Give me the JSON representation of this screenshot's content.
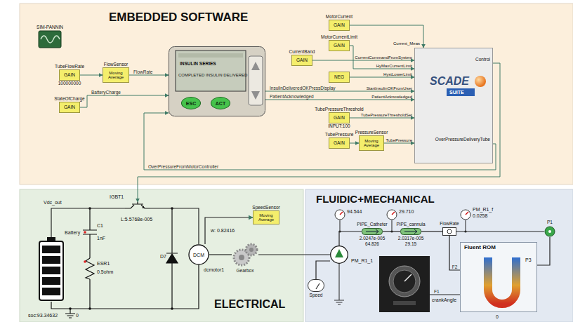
{
  "diagram": {
    "nodes": [
      {
        "text": [
          "EMBEDDED SOFTWARE"
        ]
      },
      {
        "text": [
          "ELECTRICAL"
        ]
      },
      {
        "text": [
          "FLUIDIC+MECHANICAL"
        ]
      },
      {
        "text": [
          "SIM-PANNIN"
        ],
        "in": 0
      },
      {
        "text": [
          "TubeFlowRate",
          "GAIN",
          "100000000"
        ],
        "in": 0
      },
      {
        "text": [
          "FlowSensor",
          "Moving Average"
        ],
        "in": 0
      },
      {
        "text": [
          "StateOfCharge",
          "GAIN"
        ],
        "in": 0
      },
      {
        "text": [
          "INSULIN SERIES",
          "COMPLETED INSULIN DELIVERED"
        ],
        "in": 0
      },
      {
        "text": [
          "ESC"
        ],
        "in": 7
      },
      {
        "text": [
          "ACT"
        ],
        "in": 7
      },
      {
        "text": [
          "CurrentBand",
          "GAIN"
        ],
        "in": 0
      },
      {
        "text": [
          "MotorCurrentLimit",
          "GAIN"
        ],
        "in": 0
      },
      {
        "text": [
          "MotorCurrent",
          "GAIN"
        ],
        "in": 0
      },
      {
        "text": [
          "NEG"
        ],
        "in": 0
      },
      {
        "text": [
          "TubePressureThreshold",
          "GAIN",
          "INPUT:100"
        ],
        "in": 0
      },
      {
        "text": [
          "TubePressure",
          "GAIN"
        ],
        "in": 0
      },
      {
        "text": [
          "PressureSensor",
          "Moving Average"
        ],
        "in": 0
      },
      {
        "text": [
          "SCADE",
          "SUITE",
          "Control",
          "OverPressureDeliveryTube"
        ],
        "in": 0
      },
      {
        "text": [
          "Battery"
        ],
        "in": 1
      },
      {
        "text": [
          "IGBT1",
          "L:5.5768e-005"
        ],
        "in": 1
      },
      {
        "text": [
          "dcmotor1",
          "DCM"
        ],
        "in": 1
      },
      {
        "text": [
          "SpeedSensor",
          "Moving Average"
        ],
        "in": 1
      },
      {
        "text": [
          "Gearbox"
        ],
        "in": 1
      },
      {
        "text": [
          "94.544"
        ],
        "in": 2
      },
      {
        "text": [
          "29.710"
        ],
        "in": 2
      },
      {
        "text": [
          "PM_R1_f",
          "0.0258"
        ],
        "in": 2
      },
      {
        "text": [
          "PM_R1_1"
        ],
        "in": 2
      },
      {
        "text": [
          "Speed"
        ],
        "in": 2
      },
      {
        "text": [
          "PIPE_Catheter",
          "2.0247e-005",
          "64.826"
        ],
        "in": 2
      },
      {
        "text": [
          "PIPE_cannula",
          "2.0317e-005",
          "29.15"
        ],
        "in": 2
      },
      {
        "text": [
          "FlowRate"
        ],
        "in": 2
      },
      {
        "text": [
          "crankAngle"
        ],
        "in": 2
      },
      {
        "text": [
          "Fluent ROM"
        ],
        "in": 2
      },
      {
        "text": [
          "P1"
        ],
        "in": 2
      }
    ],
    "edges": [
      {
        "from": 4,
        "to": 5,
        "arrow": "to"
      },
      {
        "from": 5,
        "to": 7,
        "label": "FlowRate",
        "arrow": "to"
      },
      {
        "from": 6,
        "to": 7,
        "label": "BatteryCharge",
        "arrow": "to"
      },
      {
        "from": 7,
        "to": 17,
        "label": "InsulinDeliveredOKPressDisplay",
        "arrow": "to"
      },
      {
        "from": 7,
        "to": 17,
        "label": "PatientAcknowledged",
        "arrow": "to"
      },
      {
        "from": 12,
        "to": 17,
        "arrow": "to"
      },
      {
        "from": 10,
        "to": 17,
        "arrow": "to"
      },
      {
        "from": 11,
        "to": 17,
        "arrow": "to"
      },
      {
        "from": 13,
        "to": 17,
        "arrow": "to"
      },
      {
        "from": 14,
        "to": 17,
        "arrow": "to"
      },
      {
        "from": 15,
        "to": 16,
        "arrow": "to"
      },
      {
        "from": 16,
        "to": 17,
        "arrow": "to"
      },
      {
        "from": 17,
        "to": 19,
        "arrow": "to"
      },
      {
        "from": 17,
        "to": 7,
        "label": "OverPressureFromMotorController",
        "arrow": "to"
      },
      {
        "from": 18,
        "to": 19,
        "arrow": "none"
      },
      {
        "from": 19,
        "to": 20,
        "arrow": "none"
      },
      {
        "from": 20,
        "to": 22,
        "arrow": "none"
      },
      {
        "from": 20,
        "to": 21,
        "arrow": "to"
      },
      {
        "from": 22,
        "to": 26,
        "arrow": "none"
      },
      {
        "from": 27,
        "to": 26,
        "arrow": "none"
      },
      {
        "from": 26,
        "to": 28,
        "arrow": "none"
      },
      {
        "from": 28,
        "to": 29,
        "arrow": "none"
      },
      {
        "from": 29,
        "to": 30,
        "arrow": "none"
      },
      {
        "from": 30,
        "to": 33,
        "arrow": "none"
      },
      {
        "from": 33,
        "to": 32,
        "arrow": "none"
      },
      {
        "from": 30,
        "to": 32,
        "label": "F2",
        "arrow": "none"
      },
      {
        "from": 31,
        "to": 32,
        "label": "F1",
        "arrow": "none"
      }
    ],
    "labels": [
      "Current_Meas",
      "CurrentCommandFromSystem",
      "HyMaxCurrentLimit",
      "HystLowerLimit",
      "StartInsulinOKFromUser",
      "PatientAcknowledged",
      "TubePressureThresholdSet",
      "TubePressure",
      "Vdc_out",
      "C1",
      "1nF",
      "ESR1",
      "0.5ohm",
      "D7",
      "soc:93.34632",
      "0",
      "w: 0.82416",
      "P3",
      "0"
    ]
  }
}
